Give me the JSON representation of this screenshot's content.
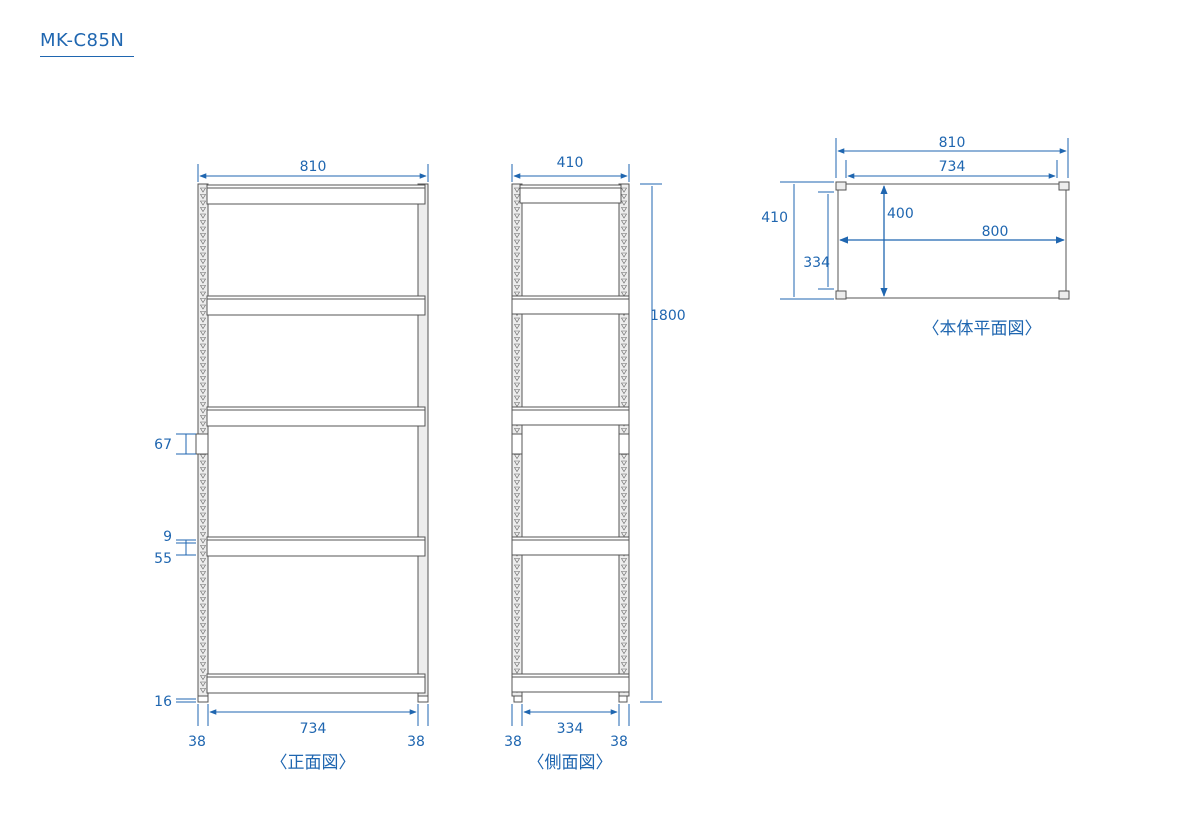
{
  "model": "MK-C85N",
  "colors": {
    "dimension": "#1f66b0",
    "frame": "#555555",
    "fill": "#ededed"
  },
  "front_view": {
    "caption": "〈正面図〉",
    "width_label": "810",
    "inner_width_label": "734",
    "post_left_label": "38",
    "post_right_label": "38",
    "joint_label": "67",
    "shelf_gap_label": "9",
    "shelf_height_label": "55",
    "foot_label": "16"
  },
  "side_view": {
    "caption": "〈側面図〉",
    "depth_label": "410",
    "height_label": "1800",
    "inner_depth_label": "334",
    "post_left_label": "38",
    "post_right_label": "38"
  },
  "plan_view": {
    "caption": "〈本体平面図〉",
    "outer_width_label": "810",
    "inner_width_label": "734",
    "outer_depth_label": "410",
    "inner_depth_label": "334",
    "depth_label": "400",
    "width_label": "800"
  }
}
